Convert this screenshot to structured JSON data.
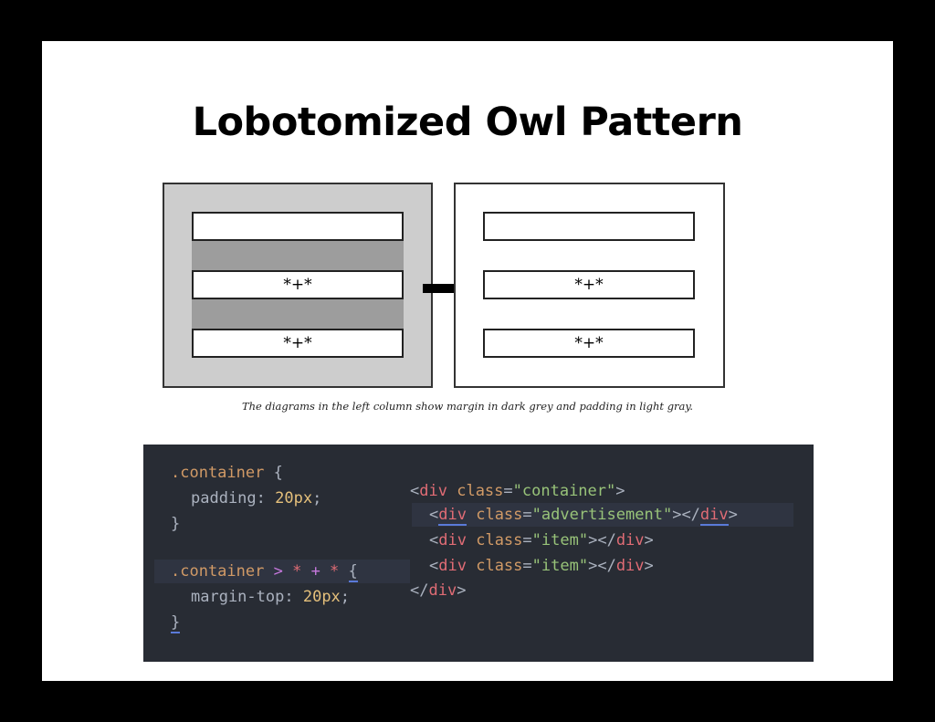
{
  "slide": {
    "title": "Lobotomized Owl Pattern",
    "caption": "The diagrams in the left column show margin in dark grey and padding in light gray."
  },
  "diagram": {
    "box_labels": [
      "",
      "*+*",
      "*+*"
    ]
  },
  "code": {
    "css": {
      "rule1_selector": ".container",
      "rule1_open": " {",
      "rule1_prop": "padding",
      "rule1_colon": ": ",
      "rule1_value": "20px",
      "rule1_semi": ";",
      "rule1_close": "}",
      "rule2_selector": ".container",
      "rule2_combinator": " > ",
      "rule2_star1": "*",
      "rule2_plus": " + ",
      "rule2_star2": "*",
      "rule2_open": "{",
      "rule2_prop": "margin-top",
      "rule2_colon": ": ",
      "rule2_value": "20px",
      "rule2_semi": ";",
      "rule2_close": "}"
    },
    "html": {
      "lt": "<",
      "gt": ">",
      "close_lt": "</",
      "tag": "div",
      "attr": "class",
      "eq": "=",
      "container_class": "\"container\"",
      "ad_class": "\"advertisement\"",
      "item_class": "\"item\""
    }
  }
}
